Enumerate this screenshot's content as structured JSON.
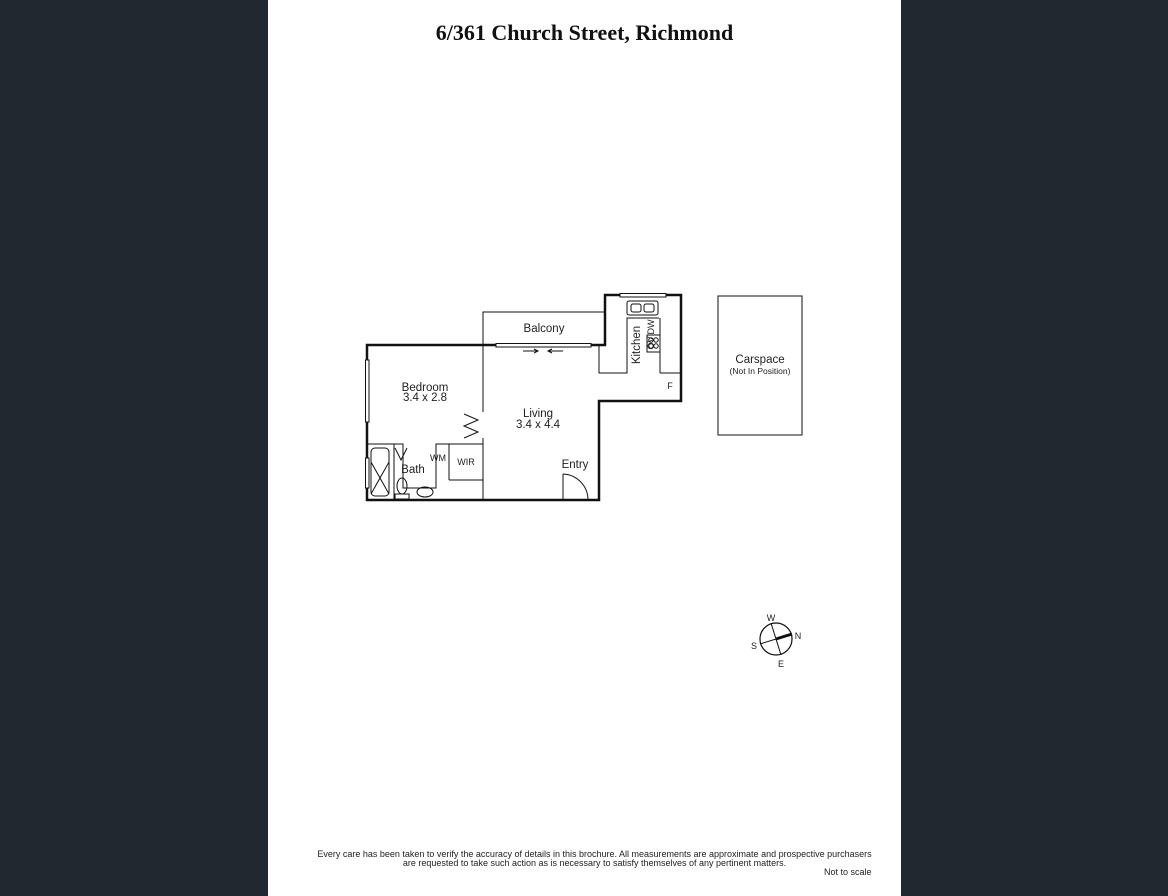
{
  "title": "6/361 Church Street, Richmond",
  "rooms": {
    "balcony": "Balcony",
    "bedroom": {
      "name": "Bedroom",
      "size": "3.4 x 2.8"
    },
    "living": {
      "name": "Living",
      "size": "3.4 x 4.4"
    },
    "kitchen": "Kitchen",
    "bath": "Bath",
    "wm": "WM",
    "wir": "WIR",
    "entry": "Entry",
    "ov": "OV",
    "dw": "DW",
    "fridge": "F"
  },
  "carspace": {
    "name": "Carspace",
    "note": "(Not In Position)"
  },
  "compass": {
    "w": "W",
    "n": "N",
    "s": "S",
    "e": "E"
  },
  "disclaimer": {
    "line1": "Every care has been taken to verify the accuracy of details in this brochure.  All measurements are approximate and prospective purchasers",
    "line2": "are requested to take such action as is necessary to satisfy themselves of any pertinent matters."
  },
  "scale_note": "Not to scale",
  "colors": {
    "frame": "#222830",
    "sheet": "#ffffff",
    "ink": "#111111"
  }
}
